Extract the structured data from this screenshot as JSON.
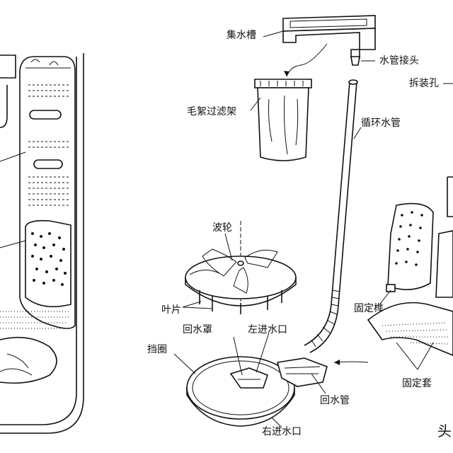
{
  "labels": {
    "collector": "集水槽",
    "pipe_connector": "水管接头",
    "removal_hole": "拆装孔",
    "lint_filter": "毛絮过滤架",
    "circulation_pipe": "循环水管",
    "impeller": "波轮",
    "blade": "叶片",
    "fixing_bar": "固定榫",
    "return_cover": "回水罩",
    "left_inlet": "左进水口",
    "retaining_ring": "挡圈",
    "fixing_sleeve": "固定套",
    "return_pipe": "回水管",
    "right_inlet": "右进水口",
    "corner_mark": "头"
  }
}
